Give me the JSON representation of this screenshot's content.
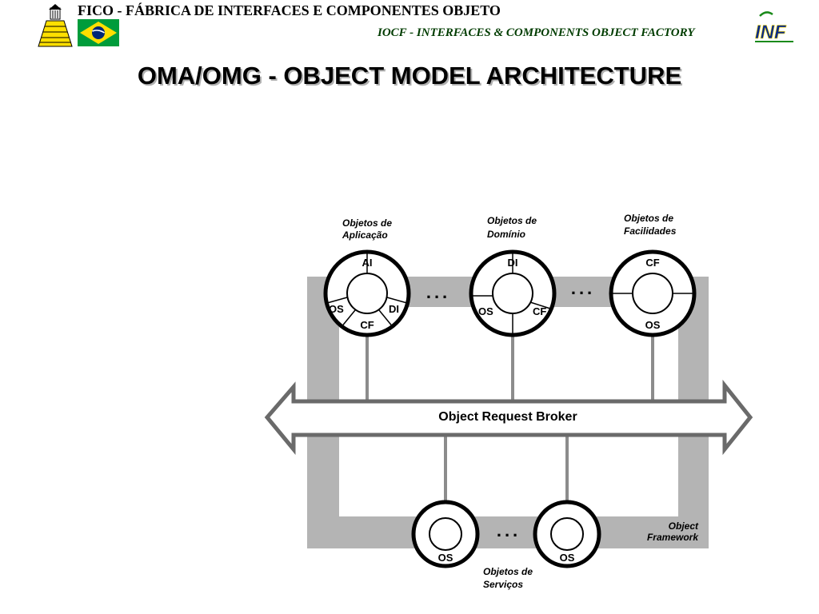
{
  "header": {
    "title": "FICO - FÁBRICA DE INTERFACES E COMPONENTES OBJETO",
    "subtitle": "IOCF - INTERFACES & COMPONENTS OBJECT FACTORY",
    "logo_text": "INF"
  },
  "page_title": "OMA/OMG - OBJECT MODEL ARCHITECTURE",
  "diagram": {
    "objects_top": [
      {
        "caption_line1": "Objetos de",
        "caption_line2": "Aplicação",
        "segments": [
          "AI",
          "OS",
          "DI",
          "CF"
        ]
      },
      {
        "caption_line1": "Objetos de",
        "caption_line2": "Domínio",
        "segments": [
          "DI",
          "OS",
          "CF"
        ]
      },
      {
        "caption_line1": "Objetos de",
        "caption_line2": "Facilidades",
        "segments": [
          "CF",
          "OS"
        ]
      }
    ],
    "orb_label": "Object Request Broker",
    "services": {
      "caption_line1": "Objetos de",
      "caption_line2": "Serviços",
      "segment_label": "OS"
    },
    "framework_label_line1": "Object",
    "framework_label_line2": "Framework",
    "ellipsis": "..."
  },
  "colors": {
    "frame_gray": "#b4b4b4",
    "connector_gray": "#8c8c8c",
    "flag_green": "#009c3b",
    "flag_yellow": "#ffdf00",
    "flag_blue": "#002776"
  }
}
